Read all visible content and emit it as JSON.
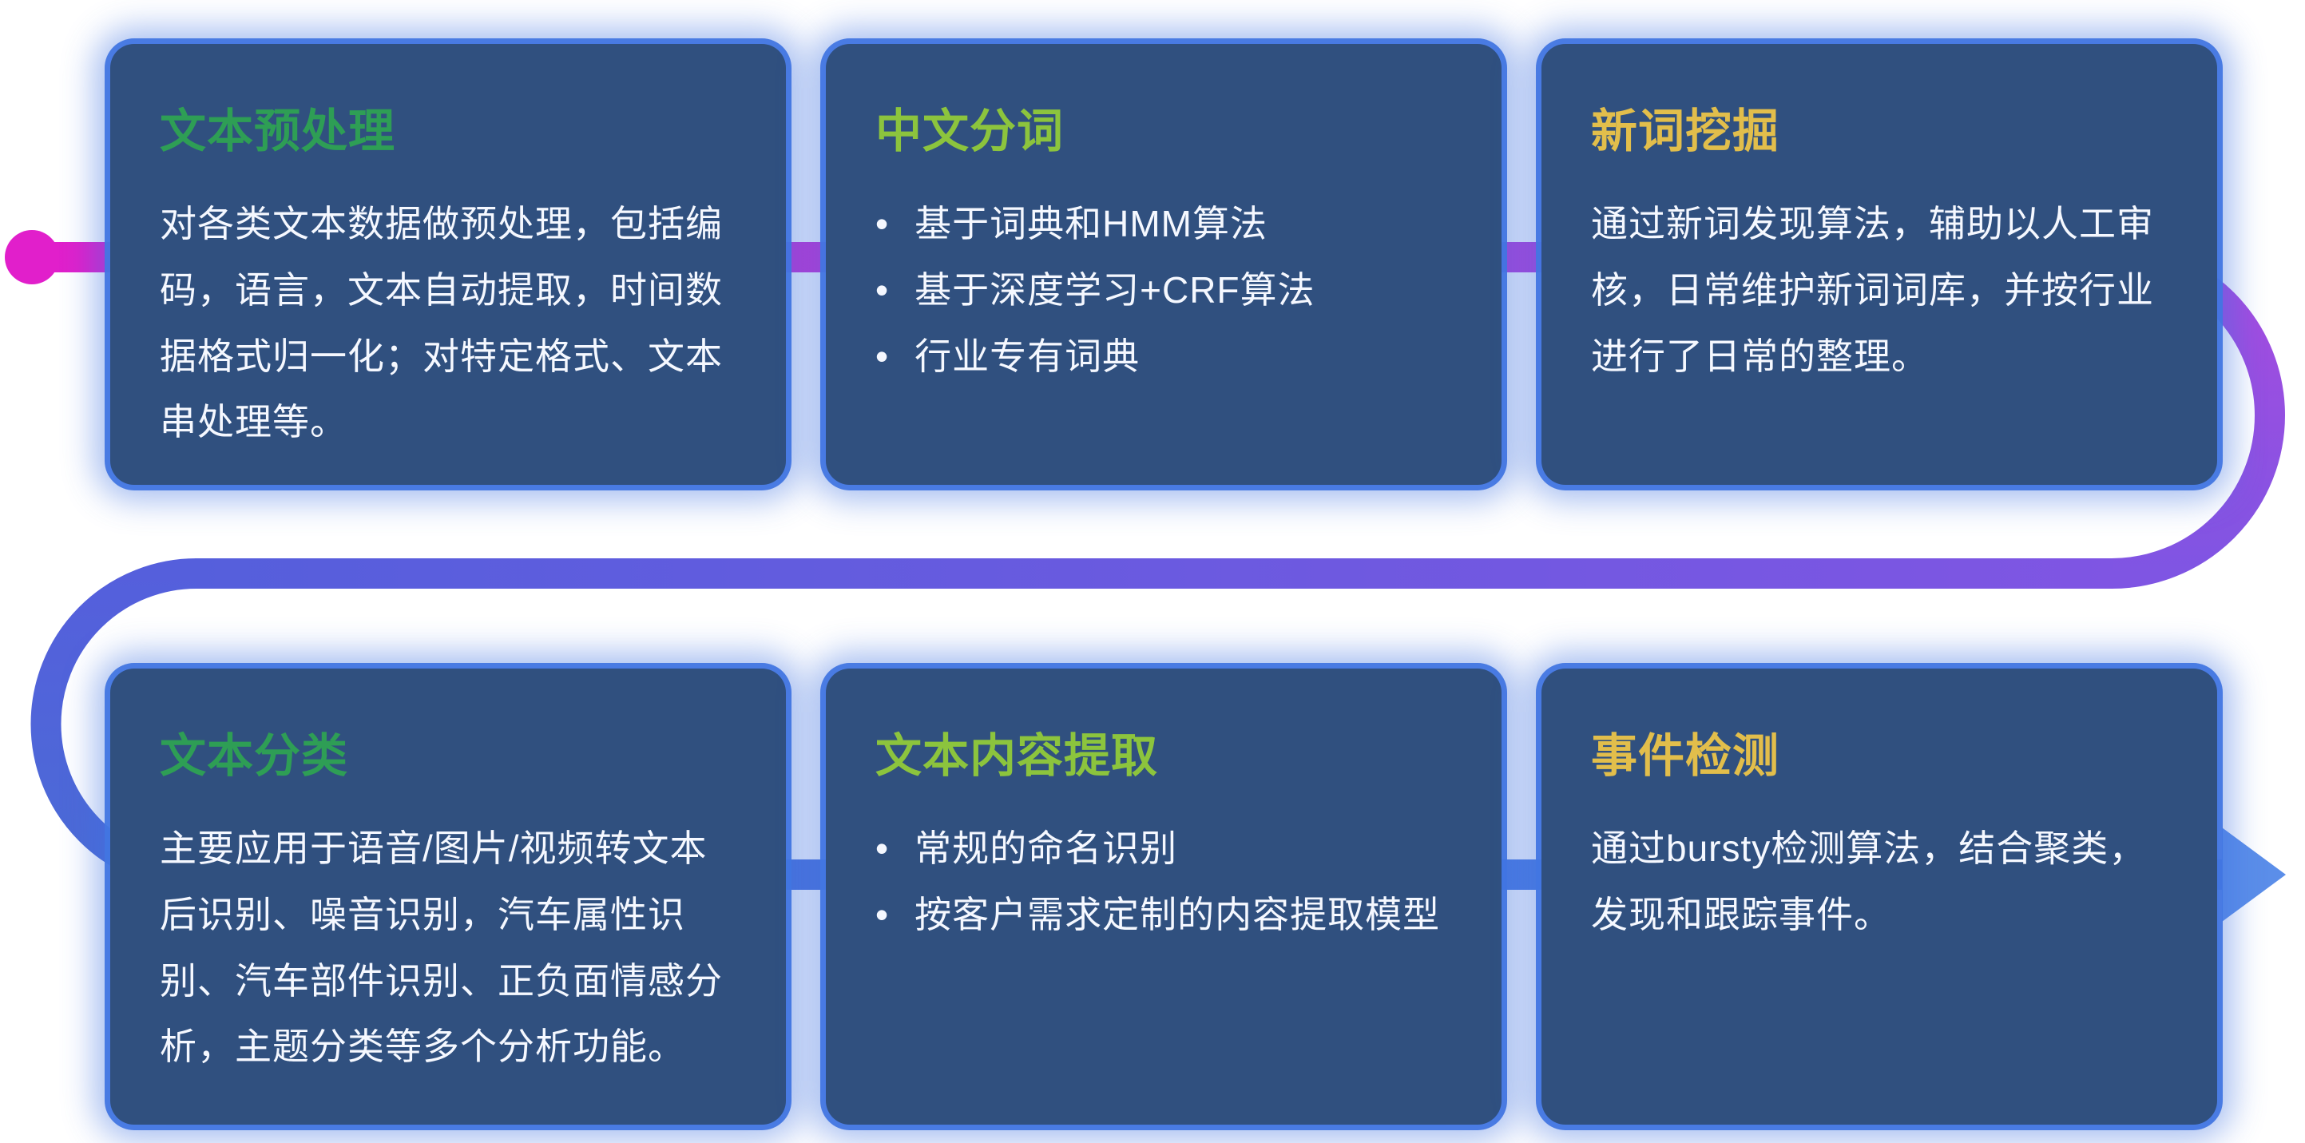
{
  "ui": {
    "bullet_char": "•"
  },
  "colors": {
    "background": "#ffffff",
    "card_bg": "#30507F",
    "card_glow": "#3E70DC",
    "body_text": "#F5F8FF",
    "title_green": "#2E9E55",
    "title_lime": "#8CC43D",
    "title_gold": "#E2BE4B"
  },
  "connector": {
    "dot_color": "#E11FCB",
    "arrow_color": "#5B8EE9",
    "seg1_from": "#E11FCB",
    "seg1_to": "#A84BDF",
    "seg2_from": "#A84BDF",
    "seg2_to": "#7F55E3",
    "seg3_from": "#7F55E3",
    "seg3_to": "#555FDC",
    "seg4_from": "#555FDC",
    "seg4_to": "#4A6BD6",
    "seg5_from": "#4A6BD6",
    "seg5_to": "#4F86E8"
  },
  "cards": [
    {
      "title": "文本预处理",
      "title_color": "#2E9E55",
      "body": "对各类文本数据做预处理，包括编码，语言，文本自动提取，时间数据格式归一化；对特定格式、文本串处理等。"
    },
    {
      "title": "中文分词",
      "title_color": "#8CC43D",
      "bullets": [
        "基于词典和HMM算法",
        "基于深度学习+CRF算法",
        "行业专有词典"
      ]
    },
    {
      "title": "新词挖掘",
      "title_color": "#E2BE4B",
      "body": "通过新词发现算法，辅助以人工审核，日常维护新词词库，并按行业进行了日常的整理。"
    },
    {
      "title": "文本分类",
      "title_color": "#2E9E55",
      "body": "主要应用于语音/图片/视频转文本后识别、噪音识别，汽车属性识别、汽车部件识别、正负面情感分析，主题分类等多个分析功能。"
    },
    {
      "title": "文本内容提取",
      "title_color": "#8CC43D",
      "bullets": [
        "常规的命名识别",
        "按客户需求定制的内容提取模型"
      ]
    },
    {
      "title": "事件检测",
      "title_color": "#E2BE4B",
      "body": "通过bursty检测算法，结合聚类，发现和跟踪事件。"
    }
  ]
}
